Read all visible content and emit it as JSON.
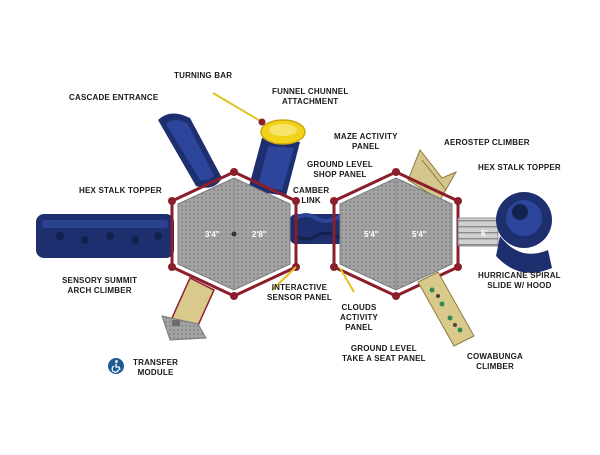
{
  "labels": {
    "turning_bar": "TURNING BAR",
    "cascade_entrance": "CASCADE ENTRANCE",
    "funnel_l1": "FUNNEL CHUNNEL",
    "funnel_l2": "ATTACHMENT",
    "maze_l1": "MAZE ACTIVITY",
    "maze_l2": "PANEL",
    "aerostep": "AEROSTEP CLIMBER",
    "ground_shop_l1": "GROUND LEVEL",
    "ground_shop_l2": "SHOP PANEL",
    "hex_topper_left": "HEX STALK TOPPER",
    "hex_topper_right": "HEX STALK TOPPER",
    "camber_l1": "CAMBER",
    "camber_l2": "LINK",
    "sensory_l1": "SENSORY SUMMIT",
    "sensory_l2": "ARCH CLIMBER",
    "interactive_l1": "INTERACTIVE",
    "interactive_l2": "SENSOR PANEL",
    "hurricane_l1": "HURRICANE SPIRAL",
    "hurricane_l2": "SLIDE W/ HOOD",
    "clouds_l1": "CLOUDS",
    "clouds_l2": "ACTIVITY",
    "clouds_l3": "PANEL",
    "take_seat_l1": "GROUND LEVEL",
    "take_seat_l2": "TAKE A SEAT PANEL",
    "transfer_l1": "TRANSFER",
    "transfer_l2": "MODULE",
    "cowabunga_l1": "COWABUNGA",
    "cowabunga_l2": "CLIMBER"
  },
  "measurements": {
    "left_hex_left": "3'4\"",
    "left_hex_right": "2'8\"",
    "right_hex_left": "5'4\"",
    "right_hex_right": "5'4\"",
    "bridge_right": "6'"
  },
  "icons": {
    "accessibility": "wheelchair-accessible-icon"
  },
  "colors": {
    "post_red": "#8b1e2b",
    "slide_blue": "#1d2f6e",
    "deck_gray": "#9a9a9a",
    "roof_yellow": "#f2d21b",
    "climber_beige": "#d9c98a",
    "access_blue": "#1e5a96"
  }
}
